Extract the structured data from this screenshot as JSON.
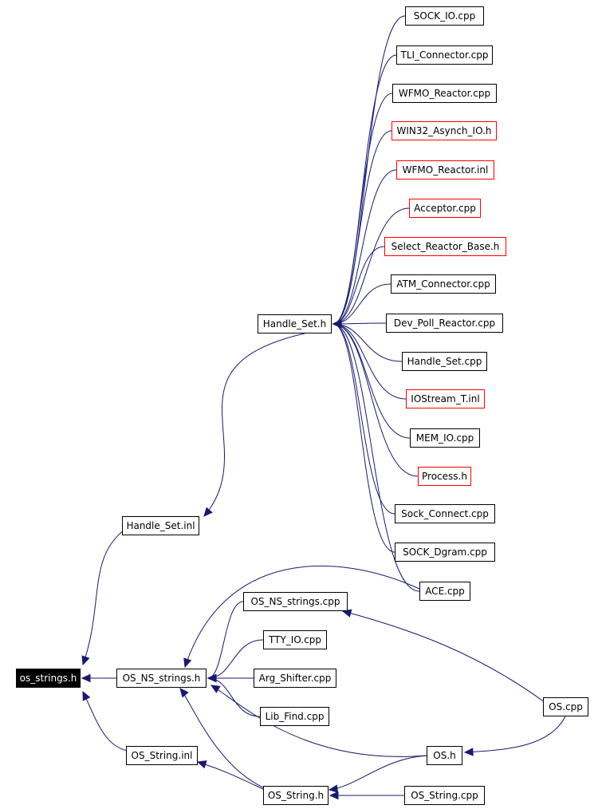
{
  "colors": {
    "edge": "#191970",
    "node_border": "#000000",
    "incomplete_border": "#ff0000",
    "focus_fill": "#000000",
    "focus_text": "#ffffff"
  },
  "nodes": [
    {
      "id": "os_strings_h",
      "label": "os_strings.h",
      "style": "focus"
    },
    {
      "id": "handle_set_inl",
      "label": "Handle_Set.inl",
      "style": "normal"
    },
    {
      "id": "os_ns_strings_h",
      "label": "OS_NS_strings.h",
      "style": "normal"
    },
    {
      "id": "os_string_inl",
      "label": "OS_String.inl",
      "style": "normal"
    },
    {
      "id": "handle_set_h",
      "label": "Handle_Set.h",
      "style": "normal"
    },
    {
      "id": "os_ns_strings_cpp",
      "label": "OS_NS_strings.cpp",
      "style": "normal"
    },
    {
      "id": "tty_io_cpp",
      "label": "TTY_IO.cpp",
      "style": "normal"
    },
    {
      "id": "arg_shifter_cpp",
      "label": "Arg_Shifter.cpp",
      "style": "normal"
    },
    {
      "id": "lib_find_cpp",
      "label": "Lib_Find.cpp",
      "style": "normal"
    },
    {
      "id": "os_string_h",
      "label": "OS_String.h",
      "style": "normal"
    },
    {
      "id": "sock_io_cpp",
      "label": "SOCK_IO.cpp",
      "style": "normal"
    },
    {
      "id": "tli_connector_cpp",
      "label": "TLI_Connector.cpp",
      "style": "normal"
    },
    {
      "id": "wfmo_reactor_cpp",
      "label": "WFMO_Reactor.cpp",
      "style": "normal"
    },
    {
      "id": "win32_asynch_io_h",
      "label": "WIN32_Asynch_IO.h",
      "style": "incomplete"
    },
    {
      "id": "wfmo_reactor_inl",
      "label": "WFMO_Reactor.inl",
      "style": "incomplete"
    },
    {
      "id": "acceptor_cpp",
      "label": "Acceptor.cpp",
      "style": "incomplete"
    },
    {
      "id": "select_reactor_base_h",
      "label": "Select_Reactor_Base.h",
      "style": "incomplete"
    },
    {
      "id": "atm_connector_cpp",
      "label": "ATM_Connector.cpp",
      "style": "normal"
    },
    {
      "id": "dev_poll_reactor_cpp",
      "label": "Dev_Poll_Reactor.cpp",
      "style": "normal"
    },
    {
      "id": "handle_set_cpp",
      "label": "Handle_Set.cpp",
      "style": "normal"
    },
    {
      "id": "iostream_t_inl",
      "label": "IOStream_T.inl",
      "style": "incomplete"
    },
    {
      "id": "mem_io_cpp",
      "label": "MEM_IO.cpp",
      "style": "normal"
    },
    {
      "id": "process_h",
      "label": "Process.h",
      "style": "incomplete"
    },
    {
      "id": "sock_connect_cpp",
      "label": "Sock_Connect.cpp",
      "style": "normal"
    },
    {
      "id": "sock_dgram_cpp",
      "label": "SOCK_Dgram.cpp",
      "style": "normal"
    },
    {
      "id": "ace_cpp",
      "label": "ACE.cpp",
      "style": "normal"
    },
    {
      "id": "os_h",
      "label": "OS.h",
      "style": "normal"
    },
    {
      "id": "os_string_cpp",
      "label": "OS_String.cpp",
      "style": "normal"
    },
    {
      "id": "os_cpp",
      "label": "OS.cpp",
      "style": "normal"
    }
  ],
  "edges": [
    {
      "from": "handle_set_inl",
      "to": "os_strings_h"
    },
    {
      "from": "os_ns_strings_h",
      "to": "os_strings_h"
    },
    {
      "from": "os_string_inl",
      "to": "os_strings_h"
    },
    {
      "from": "handle_set_h",
      "to": "handle_set_inl"
    },
    {
      "from": "sock_io_cpp",
      "to": "handle_set_h"
    },
    {
      "from": "tli_connector_cpp",
      "to": "handle_set_h"
    },
    {
      "from": "wfmo_reactor_cpp",
      "to": "handle_set_h"
    },
    {
      "from": "win32_asynch_io_h",
      "to": "handle_set_h"
    },
    {
      "from": "wfmo_reactor_inl",
      "to": "handle_set_h"
    },
    {
      "from": "acceptor_cpp",
      "to": "handle_set_h"
    },
    {
      "from": "select_reactor_base_h",
      "to": "handle_set_h"
    },
    {
      "from": "atm_connector_cpp",
      "to": "handle_set_h"
    },
    {
      "from": "dev_poll_reactor_cpp",
      "to": "handle_set_h"
    },
    {
      "from": "handle_set_cpp",
      "to": "handle_set_h"
    },
    {
      "from": "iostream_t_inl",
      "to": "handle_set_h"
    },
    {
      "from": "mem_io_cpp",
      "to": "handle_set_h"
    },
    {
      "from": "process_h",
      "to": "handle_set_h"
    },
    {
      "from": "sock_connect_cpp",
      "to": "handle_set_h"
    },
    {
      "from": "sock_dgram_cpp",
      "to": "handle_set_h"
    },
    {
      "from": "ace_cpp",
      "to": "handle_set_h"
    },
    {
      "from": "ace_cpp",
      "to": "os_ns_strings_h"
    },
    {
      "from": "os_ns_strings_cpp",
      "to": "os_ns_strings_h"
    },
    {
      "from": "tty_io_cpp",
      "to": "os_ns_strings_h"
    },
    {
      "from": "arg_shifter_cpp",
      "to": "os_ns_strings_h"
    },
    {
      "from": "lib_find_cpp",
      "to": "os_ns_strings_h"
    },
    {
      "from": "os_h",
      "to": "os_ns_strings_h"
    },
    {
      "from": "os_string_h",
      "to": "os_ns_strings_h"
    },
    {
      "from": "os_string_h",
      "to": "os_string_inl"
    },
    {
      "from": "os_h",
      "to": "os_string_h"
    },
    {
      "from": "os_string_cpp",
      "to": "os_string_h"
    },
    {
      "from": "os_cpp",
      "to": "os_ns_strings_cpp"
    },
    {
      "from": "os_cpp",
      "to": "os_h"
    }
  ]
}
